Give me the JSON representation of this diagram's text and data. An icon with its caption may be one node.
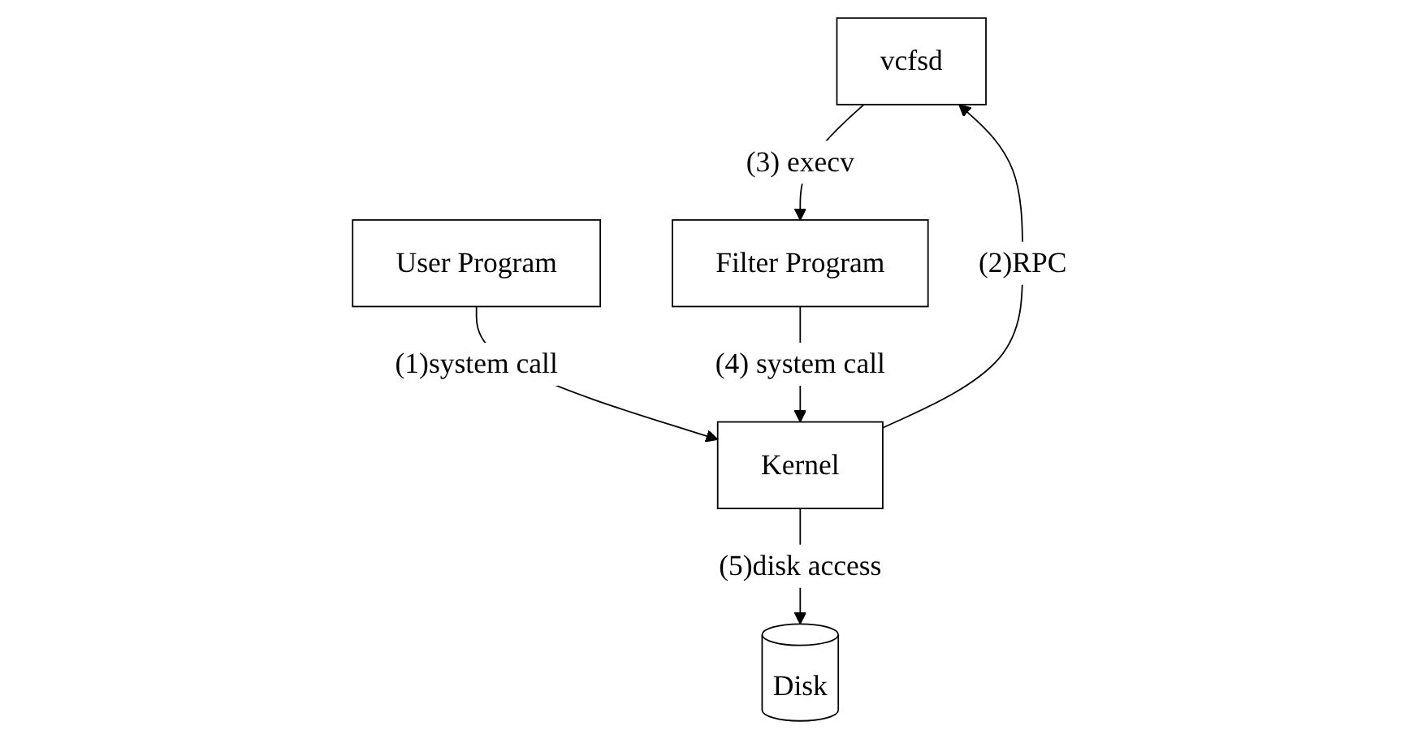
{
  "diagram": {
    "nodes": [
      {
        "text": [
          "vcfsd"
        ]
      },
      {
        "text": [
          "User Program"
        ]
      },
      {
        "text": [
          "Filter Program"
        ]
      },
      {
        "text": [
          "Kernel"
        ]
      },
      {
        "text": [
          "Disk"
        ]
      }
    ],
    "edges": [
      {
        "from": 1,
        "to": 3,
        "arrow": "to",
        "label": "(1)system call"
      },
      {
        "from": 3,
        "to": 0,
        "arrow": "to",
        "label": "(2)RPC"
      },
      {
        "from": 0,
        "to": 2,
        "arrow": "to",
        "label": "(3) execv"
      },
      {
        "from": 2,
        "to": 3,
        "arrow": "to",
        "label": "(4) system call"
      },
      {
        "from": 3,
        "to": 4,
        "arrow": "to",
        "label": "(5)disk access"
      }
    ]
  }
}
